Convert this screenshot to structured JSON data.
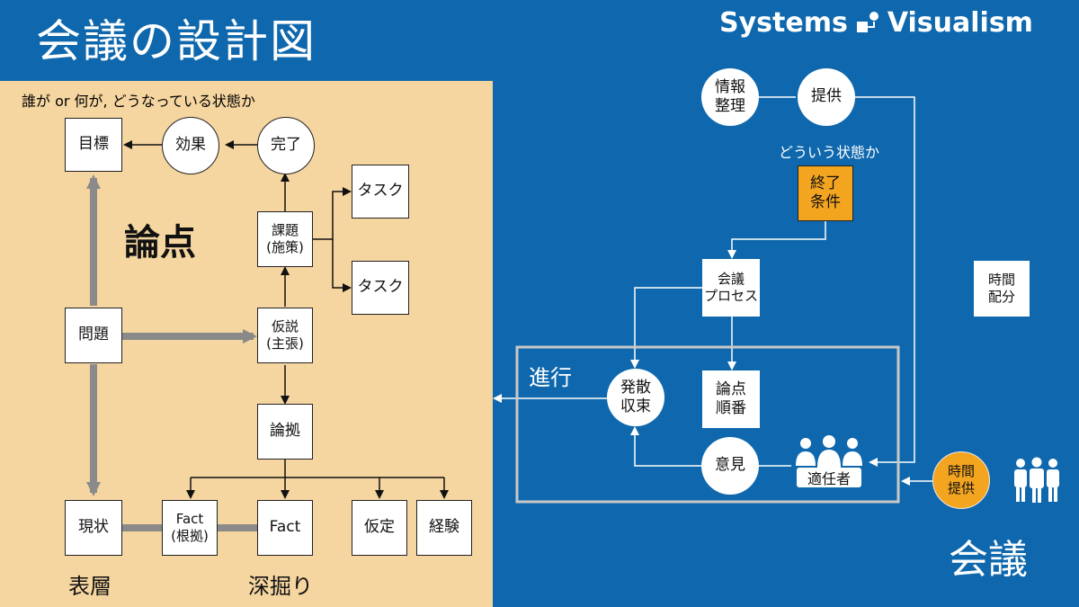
{
  "header": {
    "title": "会議の設計図",
    "brand_left": "Systems",
    "brand_right": "Visualism"
  },
  "left_panel": {
    "subtitle": "誰が or 何が, どうなっている状態か",
    "big_label": "論点",
    "bottom_labels": [
      "表層",
      "深掘り"
    ],
    "nodes": {
      "goal": "目標",
      "effect": "効果",
      "complete": "完了",
      "issue": "課題\n(施策)",
      "task1": "タスク",
      "task2": "タスク",
      "problem": "問題",
      "hypothesis": "仮説\n(主張)",
      "grounds": "論拠",
      "current": "現状",
      "fact1": "Fact\n(根拠)",
      "fact2": "Fact",
      "assumption": "仮定",
      "experience": "経験"
    }
  },
  "right_panel": {
    "nodes": {
      "info": "情報\n整理",
      "provide": "提供",
      "state_question": "どういう状態か",
      "end_condition": "終了\n条件",
      "process": "会議\nプロセス",
      "time_alloc": "時間\n配分",
      "progress": "進行",
      "diverge": "発散\n収束",
      "order": "論点\n順番",
      "opinion": "意見",
      "appropriate": "適任者",
      "time_provide": "時間\n提供",
      "meeting": "会議"
    }
  },
  "colors": {
    "blue_bg": "#0f68ad",
    "panel_bg": "#f5d5a0",
    "orange": "#f4a520",
    "gray_arrow": "#8a8a8a",
    "frame_gray": "#c8c8c8"
  },
  "icons": [
    "brand-logo-icon",
    "people-group-icon",
    "three-people-icon"
  ]
}
